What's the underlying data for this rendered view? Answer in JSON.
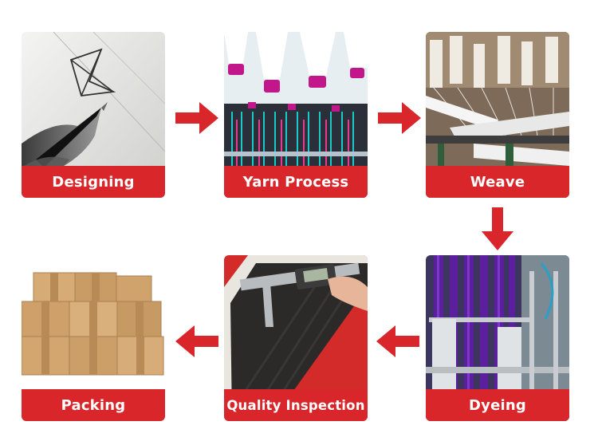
{
  "steps": [
    {
      "label": "Designing",
      "image": "hand-drawing-sketch-with-pen"
    },
    {
      "label": "Yarn Process",
      "image": "yarn-spinning-machine-bobbins"
    },
    {
      "label": "Weave",
      "image": "webbing-weaving-loom"
    },
    {
      "label": "Dyeing",
      "image": "purple-webbing-dyeing-machine"
    },
    {
      "label": "Quality Inspection",
      "image": "caliper-measuring-webbing"
    },
    {
      "label": "Packing",
      "image": "stack-of-cardboard-boxes"
    }
  ],
  "colors": {
    "accent": "#d9262b",
    "text": "#ffffff"
  },
  "arrows": [
    "arrow-right",
    "arrow-right",
    "arrow-down",
    "arrow-left",
    "arrow-left"
  ]
}
